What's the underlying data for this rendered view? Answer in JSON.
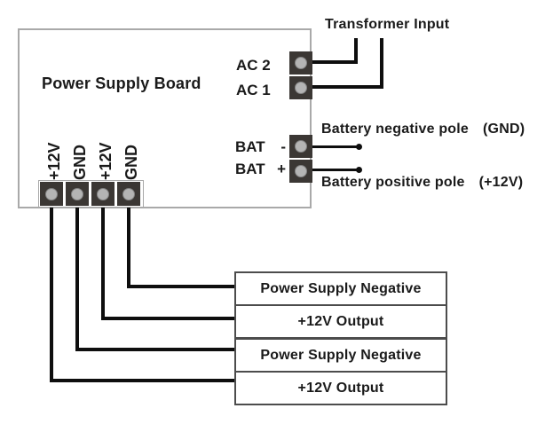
{
  "board": {
    "title": "Power Supply Board"
  },
  "ac": {
    "annotation": "Transformer Input",
    "terminals": [
      {
        "label": "AC 2"
      },
      {
        "label": "AC 1"
      }
    ]
  },
  "battery": {
    "terminals": [
      {
        "name": "BAT",
        "sign": "-",
        "annotation": "Battery negative pole",
        "annotation_note": "(GND)"
      },
      {
        "name": "BAT",
        "sign": "+",
        "annotation": "Battery positive pole",
        "annotation_note": "(+12V)"
      }
    ]
  },
  "dc_header": {
    "pins": [
      "+12V",
      "GND",
      "+12V",
      "GND"
    ]
  },
  "outputs": [
    {
      "label": "Power Supply Negative"
    },
    {
      "label": "+12V Output"
    },
    {
      "label": "Power Supply Negative"
    },
    {
      "label": "+12V Output"
    }
  ],
  "colors": {
    "wire": "#0e0e0e",
    "terminal_block": "#3b3734",
    "terminal_pin": "#b4b4b4",
    "board_border": "#a9a9a9",
    "box_border": "#4c4c4c",
    "text": "#1a1a1a"
  }
}
